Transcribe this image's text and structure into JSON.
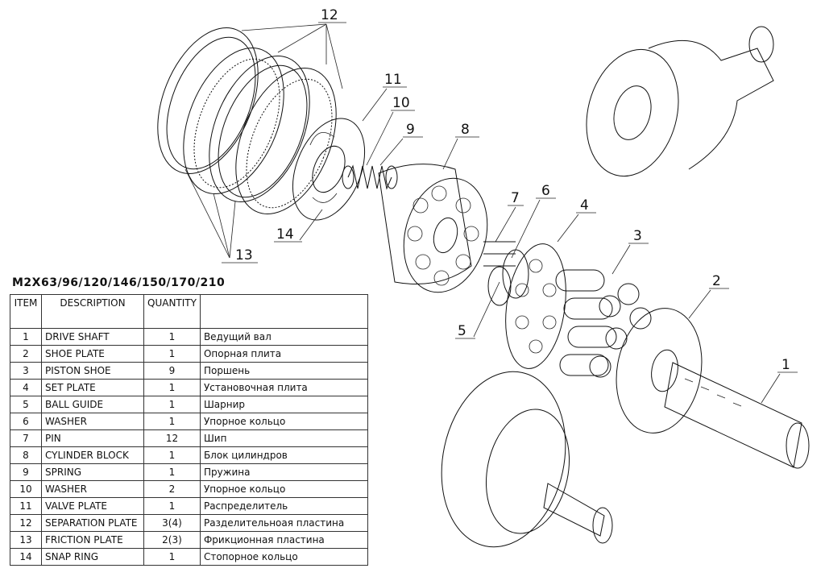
{
  "title": "M2X63/96/120/146/150/170/210",
  "columns": {
    "item": "ITEM",
    "description": "DESCRIPTION",
    "quantity": "QUANTITY",
    "russian": ""
  },
  "rows": [
    {
      "item": "1",
      "description": "DRIVE SHAFT",
      "quantity": "1",
      "russian": "Ведущий вал"
    },
    {
      "item": "2",
      "description": "SHOE PLATE",
      "quantity": "1",
      "russian": "Опорная плита"
    },
    {
      "item": "3",
      "description": "PISTON SHOE",
      "quantity": "9",
      "russian": "Поршень"
    },
    {
      "item": "4",
      "description": "SET PLATE",
      "quantity": "1",
      "russian": "Установочная плита"
    },
    {
      "item": "5",
      "description": "BALL GUIDE",
      "quantity": "1",
      "russian": "Шарнир"
    },
    {
      "item": "6",
      "description": "WASHER",
      "quantity": "1",
      "russian": "Упорное кольцо"
    },
    {
      "item": "7",
      "description": "PIN",
      "quantity": "12",
      "russian": "Шип"
    },
    {
      "item": "8",
      "description": "CYLINDER BLOCK",
      "quantity": "1",
      "russian": "Блок цилиндров"
    },
    {
      "item": "9",
      "description": "SPRING",
      "quantity": "1",
      "russian": "Пружина"
    },
    {
      "item": "10",
      "description": "WASHER",
      "quantity": "2",
      "russian": "Упорное кольцо"
    },
    {
      "item": "11",
      "description": "VALVE PLATE",
      "quantity": "1",
      "russian": "Распределитель"
    },
    {
      "item": "12",
      "description": "SEPARATION PLATE",
      "quantity": "3(4)",
      "russian": "Разделительноая пластина"
    },
    {
      "item": "13",
      "description": "FRICTION PLATE",
      "quantity": "2(3)",
      "russian": "Фрикционная пластина"
    },
    {
      "item": "14",
      "description": "SNAP RING",
      "quantity": "1",
      "russian": "Стопорное кольцо"
    }
  ],
  "callouts": {
    "c1": "1",
    "c2": "2",
    "c3": "3",
    "c4": "4",
    "c5": "5",
    "c6": "6",
    "c7": "7",
    "c8": "8",
    "c9": "9",
    "c10": "10",
    "c11": "11",
    "c12": "12",
    "c13": "13",
    "c14": "14"
  }
}
